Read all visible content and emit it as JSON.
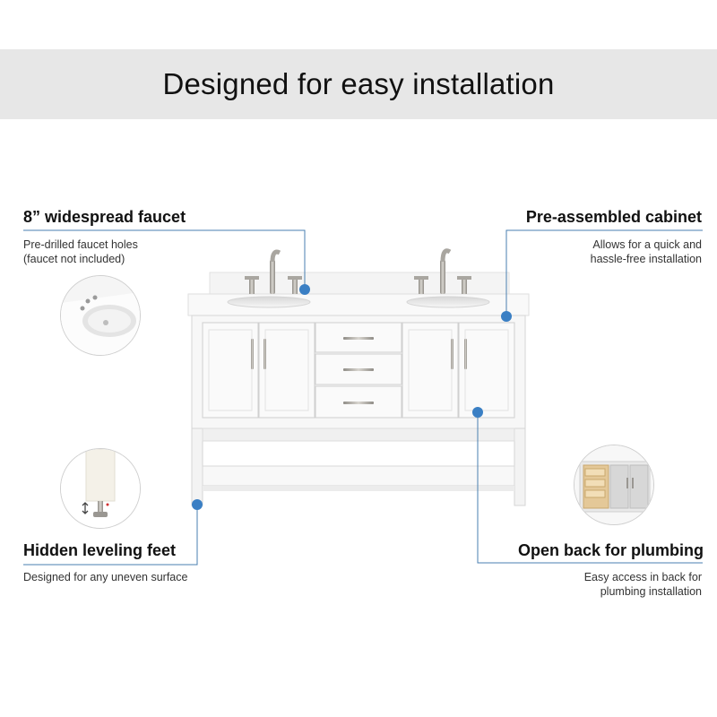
{
  "header": {
    "title": "Designed for easy installation"
  },
  "features": {
    "faucet": {
      "title": "8” widespread faucet",
      "desc_line1": "Pre-drilled faucet holes",
      "desc_line2": "(faucet not included)",
      "icon": "sink-faucet-holes-icon"
    },
    "cabinet": {
      "title": "Pre-assembled cabinet",
      "desc_line1": "Allows for  a quick and",
      "desc_line2": "hassle-free installation"
    },
    "feet": {
      "title": "Hidden leveling feet",
      "desc_line1": "Designed for any uneven surface",
      "icon": "leveling-foot-icon"
    },
    "plumbing": {
      "title": "Open back for plumbing",
      "desc_line1": "Easy access in back for",
      "desc_line2": "plumbing installation",
      "icon": "open-back-cabinet-icon"
    }
  },
  "colors": {
    "accent_dot": "#3a7fc4",
    "leader_line": "#4a7fb0",
    "banner_bg": "#e7e7e7",
    "vanity_white": "#fafafa",
    "brushed_nickel": "#b9b6b0"
  }
}
